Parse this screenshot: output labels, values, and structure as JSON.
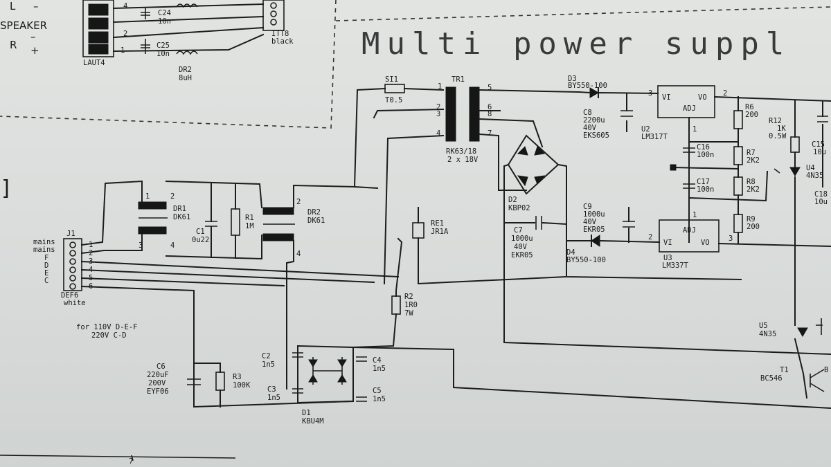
{
  "title": "Multi power suppl",
  "speaker": {
    "label": "SPEAKER",
    "l": "L",
    "r": "R",
    "minus": "–",
    "plus": "+",
    "connector": "LAUT4"
  },
  "top_parts": {
    "c24": "C24",
    "c24_val": "10n",
    "c25": "C25",
    "c25_val": "10n",
    "dr2": "DR2",
    "dr2_val": "8uH",
    "itt": "ITT8",
    "itt_color": "black"
  },
  "left_mark": "]",
  "pins": {
    "p1": "1",
    "p2": "2",
    "p3": "3",
    "p4": "4",
    "p5": "5",
    "p6": "6",
    "p7": "7",
    "p8": "8"
  },
  "j1": {
    "name": "J1",
    "rows": [
      "mains",
      "mains",
      "F",
      "D",
      "E",
      "C"
    ],
    "part": "DEF6",
    "color": "white"
  },
  "voltage_note": {
    "line1": "for 110V  D-E-F",
    "line2": "220V  C-D"
  },
  "components": {
    "si1": "SI1",
    "si1_val": "T0.5",
    "tr1": "TR1",
    "tr1_val1": "RK63/18",
    "tr1_val2": "2 x 18V",
    "dr1": "DR1",
    "dr1_val": "DK61",
    "c1": "C1",
    "c1_val": "0u22",
    "r1": "R1",
    "r1_val": "1M",
    "dr2b": "DR2",
    "dr2b_val": "DK61",
    "re1": "RE1",
    "re1_val": "JR1A",
    "r2": "R2",
    "r2_val1": "1R0",
    "r2_val2": "7W",
    "c2": "C2",
    "c2_val": "1n5",
    "c3": "C3",
    "c3_val": "1n5",
    "c4": "C4",
    "c4_val": "1n5",
    "c5": "C5",
    "c5_val": "1n5",
    "d1": "D1",
    "d1_val": "KBU4M",
    "c6": "C6",
    "c6_val1": "220uF",
    "c6_val2": "200V",
    "c6_val3": "EYF06",
    "r3": "R3",
    "r3_val": "100K",
    "d2": "D2",
    "d2_val": "KBP02",
    "c7": "C7",
    "c7_val1": "1000u",
    "c7_val2": "40V",
    "c7_val3": "EKR05",
    "d3": "D3",
    "d3_val": "BY550-100",
    "d4": "D4",
    "d4_val": "BY550-100",
    "c8": "C8",
    "c8_val1": "2200u",
    "c8_val2": "40V",
    "c8_val3": "EKS605",
    "c9": "C9",
    "c9_val1": "1000u",
    "c9_val2": "40V",
    "c9_val3": "EKR05",
    "u2": "U2",
    "u2_val": "LM317T",
    "u3": "U3",
    "u3_val": "LM337T",
    "vi": "VI",
    "vo": "VO",
    "adj": "ADJ",
    "c16": "C16",
    "c16_val": "100n",
    "c17": "C17",
    "c17_val": "100n",
    "r6": "R6",
    "r6_val": "200",
    "r7": "R7",
    "r7_val": "2K2",
    "r8": "R8",
    "r8_val": "2K2",
    "r9": "R9",
    "r9_val": "200",
    "r12": "R12",
    "r12_val1": "1K",
    "r12_val2": "0.5W",
    "u4": "U4",
    "u4_val": "4N35",
    "u5": "U5",
    "u5_val": "4N35",
    "t1": "T1",
    "t1_val": "BC546",
    "c15": "C15",
    "c15_val": "10u",
    "c18": "C18",
    "c18_val": "10u",
    "edge_b": "B",
    "border_mark": "7"
  }
}
